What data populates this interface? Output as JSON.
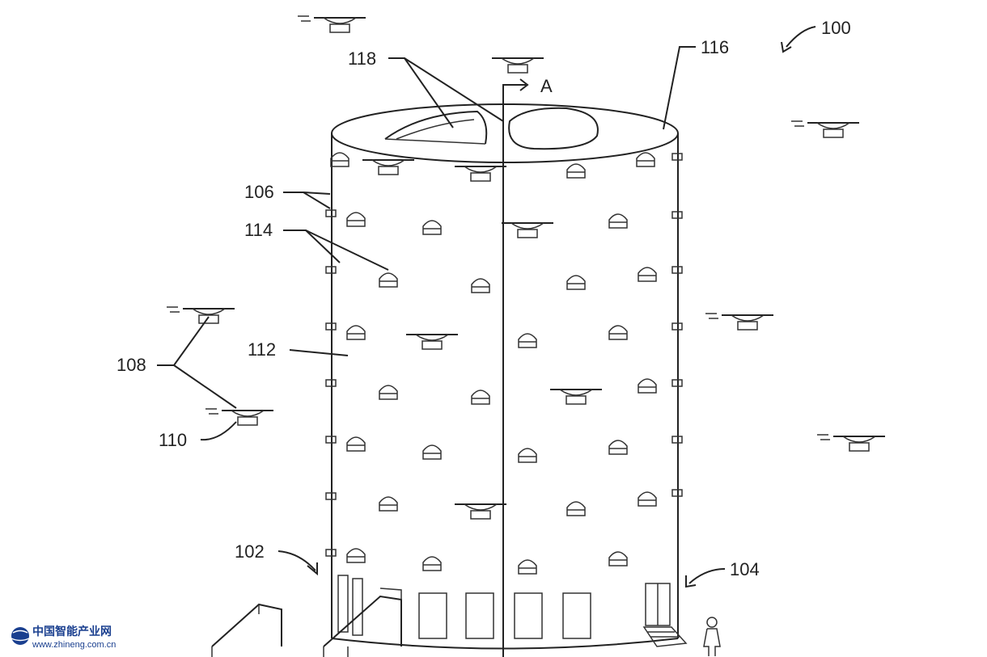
{
  "labels": {
    "fig": "100",
    "building": "102",
    "door": "104",
    "docks": "106",
    "uav": "108",
    "item": "110",
    "tower": "112",
    "bays": "114",
    "roof": "116",
    "roof_ports": "118",
    "section": "A"
  },
  "watermark": {
    "name": "中国智能产业网",
    "url": "www.zhineng.com.cn",
    "color": "#1a3f8f"
  }
}
